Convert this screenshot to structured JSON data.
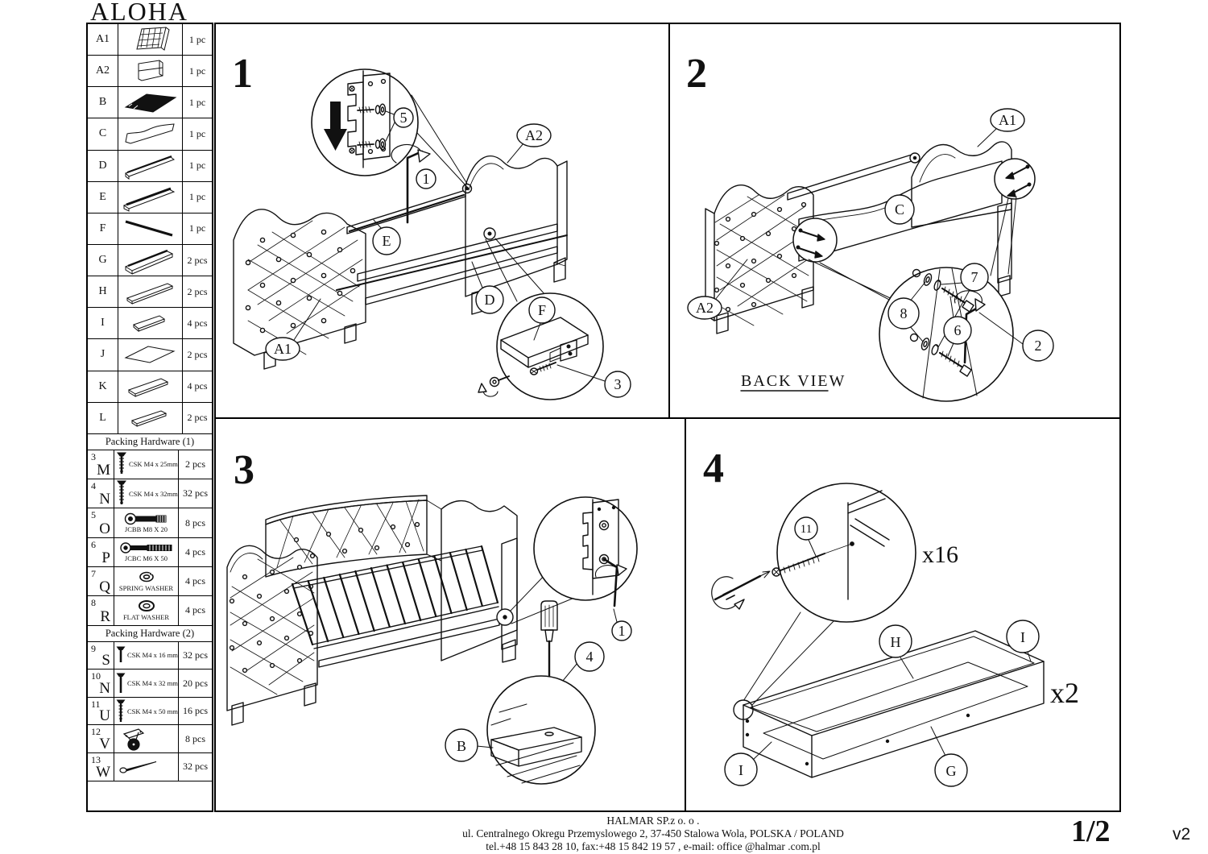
{
  "title": "ALOHA",
  "page": {
    "number": "1/2",
    "version": "v2"
  },
  "footer": {
    "company": "HALMAR SP.z o. o .",
    "address": "ul. Centralnego Okregu Przemyslowego 2, 37-450 Stalowa Wola, POLSKA / POLAND",
    "contact": "tel.+48 15 843 28 10, fax:+48 15 842 19 57 , e-mail: office @halmar .com.pl"
  },
  "parts": [
    {
      "id": "A1",
      "qty": "1 pc"
    },
    {
      "id": "A2",
      "qty": "1 pc"
    },
    {
      "id": "B",
      "qty": "1 pc"
    },
    {
      "id": "C",
      "qty": "1 pc"
    },
    {
      "id": "D",
      "qty": "1 pc"
    },
    {
      "id": "E",
      "qty": "1 pc"
    },
    {
      "id": "F",
      "qty": "1 pc"
    },
    {
      "id": "G",
      "qty": "2 pcs"
    },
    {
      "id": "H",
      "qty": "2 pcs"
    },
    {
      "id": "I",
      "qty": "4 pcs"
    },
    {
      "id": "J",
      "qty": "2 pcs"
    },
    {
      "id": "K",
      "qty": "4 pcs"
    },
    {
      "id": "L",
      "qty": "2 pcs"
    }
  ],
  "hardware1": {
    "header": "Packing Hardware (1)",
    "items": [
      {
        "num": "3",
        "letter": "M",
        "desc": "CSK M4 x 25mm",
        "qty": "2 pcs"
      },
      {
        "num": "4",
        "letter": "N",
        "desc": "CSK M4 x 32mm",
        "qty": "32 pcs"
      },
      {
        "num": "5",
        "letter": "O",
        "desc": "JCBB M8 X 20",
        "qty": "8 pcs"
      },
      {
        "num": "6",
        "letter": "P",
        "desc": "JCBC M6 X 50",
        "qty": "4 pcs"
      },
      {
        "num": "7",
        "letter": "Q",
        "desc": "SPRING WASHER",
        "qty": "4 pcs"
      },
      {
        "num": "8",
        "letter": "R",
        "desc": "FLAT WASHER",
        "qty": "4 pcs"
      }
    ]
  },
  "hardware2": {
    "header": "Packing Hardware (2)",
    "items": [
      {
        "num": "9",
        "letter": "S",
        "desc": "CSK M4 x 16 mm",
        "qty": "32 pcs"
      },
      {
        "num": "10",
        "letter": "N",
        "desc": "CSK M4 x 32 mm",
        "qty": "20 pcs"
      },
      {
        "num": "11",
        "letter": "U",
        "desc": "CSK M4 x 50 mm",
        "qty": "16 pcs"
      },
      {
        "num": "12",
        "letter": "V",
        "desc": "",
        "qty": "8 pcs"
      },
      {
        "num": "13",
        "letter": "W",
        "desc": "",
        "qty": "32 pcs"
      }
    ]
  },
  "steps": {
    "s1": {
      "number": "1",
      "callout_5": "5",
      "callout_1": "1",
      "callout_3": "3",
      "label_a2": "A2",
      "label_e": "E",
      "label_d": "D",
      "label_f": "F",
      "label_a1": "A1"
    },
    "s2": {
      "number": "2",
      "note": "BACK VIEW",
      "label_a1": "A1",
      "label_a2": "A2",
      "label_c": "C",
      "callout_7": "7",
      "callout_8": "8",
      "callout_6": "6",
      "callout_2": "2"
    },
    "s3": {
      "number": "3",
      "callout_1": "1",
      "callout_4": "4",
      "label_b": "B"
    },
    "s4": {
      "number": "4",
      "callout_11": "11",
      "multiplier_screws": "x16",
      "multiplier_drawers": "x2",
      "label_h": "H",
      "label_i_right": "I",
      "label_i_left": "I",
      "label_g": "G"
    }
  }
}
